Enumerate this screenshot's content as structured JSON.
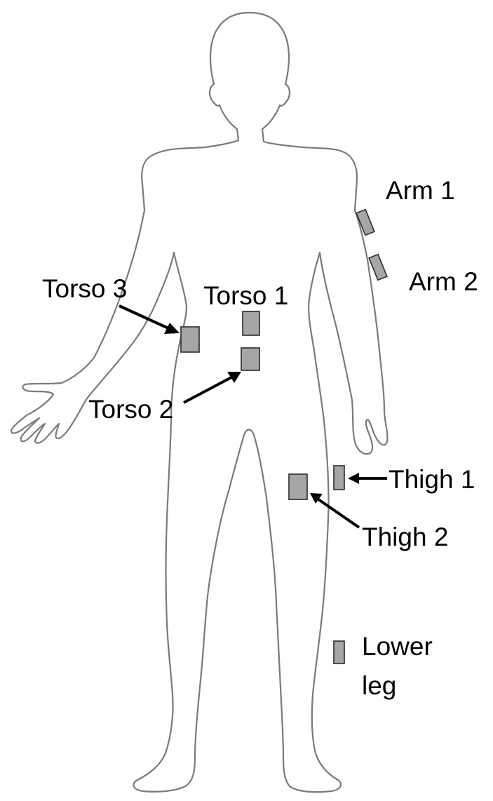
{
  "labels": {
    "arm_1": "Arm 1",
    "arm_2": "Arm 2",
    "torso_1": "Torso 1",
    "torso_2": "Torso 2",
    "torso_3": "Torso 3",
    "thigh_1": "Thigh 1",
    "thigh_2": "Thigh 2",
    "lower_leg_line1": "Lower",
    "lower_leg_line2": "leg"
  },
  "colors": {
    "sensor_fill": "#a6a6a6",
    "sensor_stroke": "#2b2b2b",
    "outline": "#7a7a7a",
    "label": "#000000"
  }
}
